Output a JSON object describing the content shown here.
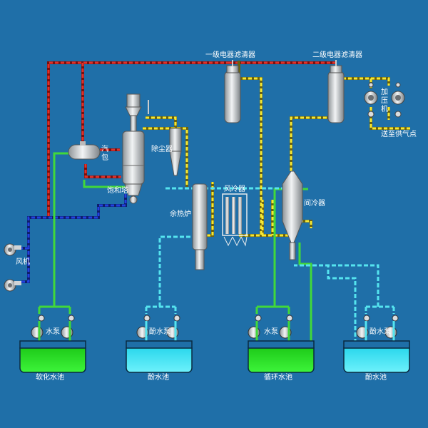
{
  "labels": {
    "filter1": "一级电器滤清器",
    "filter2": "二级电器滤清器",
    "booster_line1": "加",
    "booster_line2": "压",
    "booster_line3": "机",
    "outlet": "送至供气点",
    "drum_line1": "汽",
    "drum_line2": "包",
    "dust": "除尘器",
    "tower": "饱和塔",
    "air_cooler": "风冷器",
    "waste_heat": "余热炉",
    "inter_cooler": "间冷器",
    "fan": "风机",
    "pump1": "水泵",
    "pump2": "酚水泵",
    "pump3": "水泵",
    "pump4": "酚水泵",
    "pool1": "软化水池",
    "pool2": "酚水池",
    "pool3": "循环水池",
    "pool4": "酚水池"
  },
  "colors": {
    "background": "#1f6fa8",
    "pipe_red": "#e0322b",
    "pipe_yellow": "#f4e835",
    "pipe_blue": "#1f3fd6",
    "pipe_green": "#41d83a",
    "pipe_cyan": "#55e4ef",
    "pool_green": "#2ee02a",
    "pool_cyan": "#3fe6f5",
    "equipment": "#d9dde0"
  }
}
